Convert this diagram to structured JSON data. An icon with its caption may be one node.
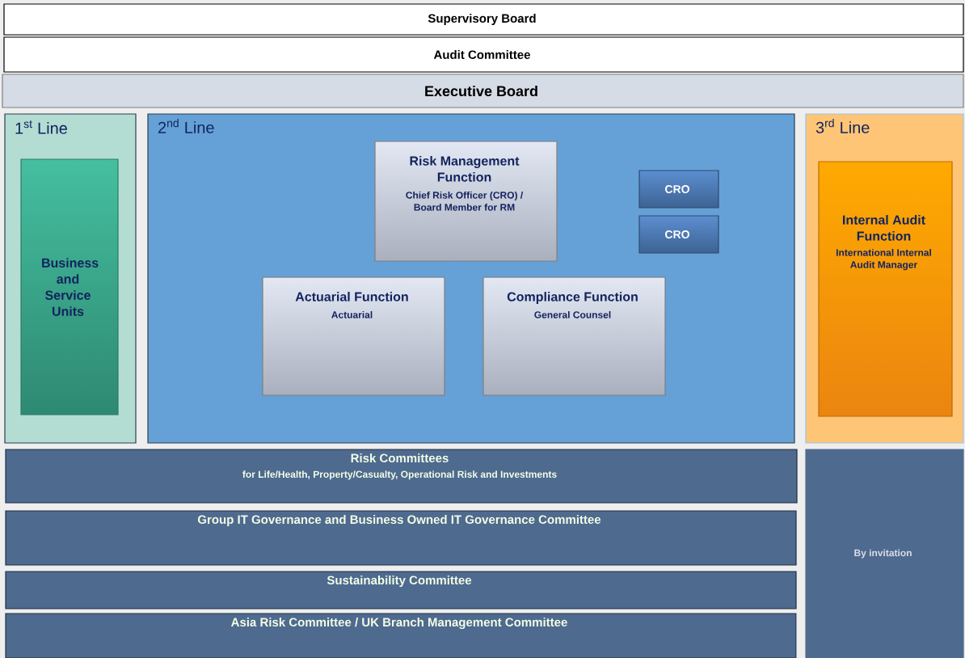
{
  "diagram": {
    "nodes": [
      {
        "text": [
          "Supervisory Board"
        ]
      },
      {
        "text": [
          "Audit Committee"
        ]
      },
      {
        "text": [
          "Executive Board"
        ]
      },
      {
        "text": [
          "1$^{st}$ Line"
        ]
      },
      {
        "text": [
          "Business and Service Units"
        ],
        "in": 3
      },
      {
        "text": [
          "2$^{nd}$ Line"
        ]
      },
      {
        "text": [
          "Risk Management Function",
          "Chief Risk Officer (CRO) / Board Member for RM"
        ],
        "in": 5
      },
      {
        "text": [
          "CRO"
        ],
        "in": 5
      },
      {
        "text": [
          "CRO"
        ],
        "in": 5
      },
      {
        "text": [
          "Actuarial Function",
          "Actuarial"
        ],
        "in": 5
      },
      {
        "text": [
          "Compliance Function",
          "General Counsel"
        ],
        "in": 5
      },
      {
        "text": [
          "3$^{rd}$ Line"
        ]
      },
      {
        "text": [
          "Internal Audit Function",
          "International Internal Audit Manager"
        ],
        "in": 11
      },
      {
        "text": [
          "Risk Committees",
          "for  Life/Health, Property/Casualty, Operational Risk and Investments"
        ]
      },
      {
        "text": [
          "Group IT Governance and Business Owned IT Governance Committee"
        ]
      },
      {
        "text": [
          "Sustainability Committee"
        ]
      },
      {
        "text": [
          "Asia Risk Committee / UK Branch Management Committee"
        ]
      },
      {
        "text": [
          "By invitation"
        ]
      }
    ]
  }
}
